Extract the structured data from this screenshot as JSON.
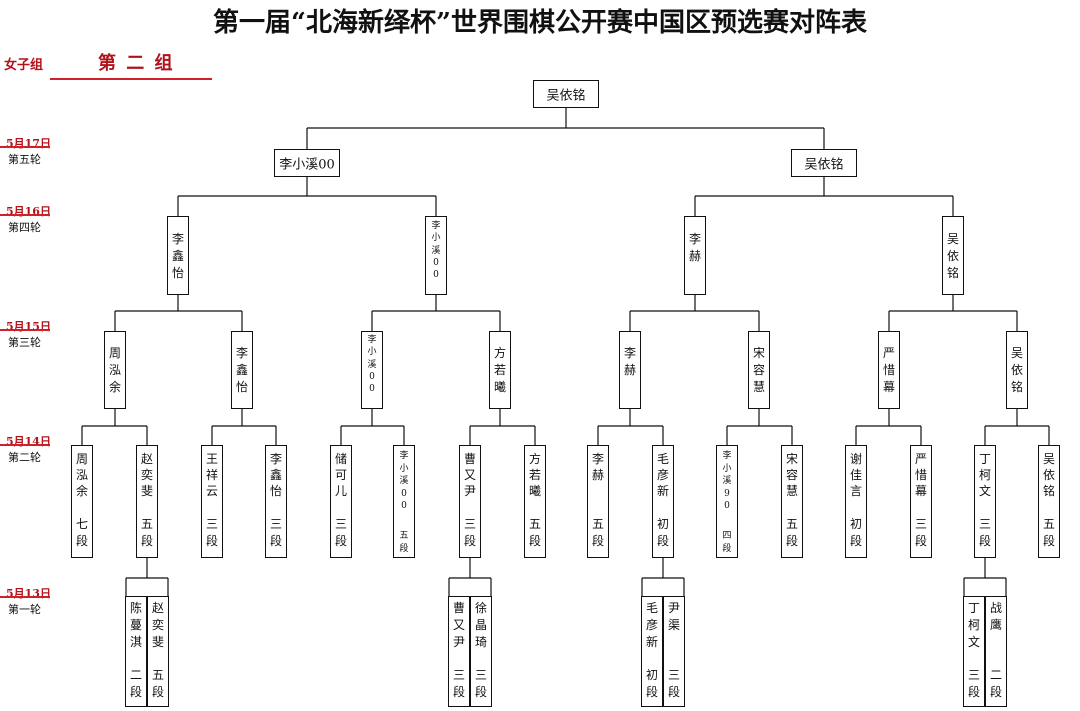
{
  "title": "第一届“北海新绎杯”世界围棋公开赛中国区预选赛对阵表",
  "group_label": "女子组",
  "group_name": "第 二 组",
  "rounds": [
    {
      "date": "5月17日",
      "round": "第五轮"
    },
    {
      "date": "5月16日",
      "round": "第四轮"
    },
    {
      "date": "5月15日",
      "round": "第三轮"
    },
    {
      "date": "5月14日",
      "round": "第二轮"
    },
    {
      "date": "5月13日",
      "round": "第一轮"
    }
  ],
  "champion": "吴依铭",
  "round5": [
    "李小溪00",
    "吴依铭"
  ],
  "round4": [
    "李鑫怡",
    "李小溪00",
    "李赫",
    "吴依铭"
  ],
  "round3": [
    "周泓余",
    "李鑫怡",
    "李小溪00",
    "方若曦",
    "李赫",
    "宋容慧",
    "严惜幕",
    "吴依铭"
  ],
  "round2": [
    {
      "name": "周泓余",
      "rank": "七段"
    },
    {
      "name": "赵奕斐",
      "rank": "五段"
    },
    {
      "name": "王祥云",
      "rank": "三段"
    },
    {
      "name": "李鑫怡",
      "rank": "三段"
    },
    {
      "name": "储可儿",
      "rank": "三段"
    },
    {
      "name": "李小溪00",
      "rank": "五段"
    },
    {
      "name": "曹又尹",
      "rank": "三段"
    },
    {
      "name": "方若曦",
      "rank": "五段"
    },
    {
      "name": "李赫",
      "rank": "五段"
    },
    {
      "name": "毛彦新",
      "rank": "初段"
    },
    {
      "name": "李小溪90",
      "rank": "四段"
    },
    {
      "name": "宋容慧",
      "rank": "五段"
    },
    {
      "name": "谢佳言",
      "rank": "初段"
    },
    {
      "name": "严惜幕",
      "rank": "三段"
    },
    {
      "name": "丁柯文",
      "rank": "三段"
    },
    {
      "name": "吴依铭",
      "rank": "五段"
    }
  ],
  "round1": [
    {
      "players": [
        {
          "name": "陈蔓淇",
          "rank": "二段"
        },
        {
          "name": "赵奕斐",
          "rank": "五段"
        }
      ]
    },
    {
      "players": [
        {
          "name": "曹又尹",
          "rank": "三段"
        },
        {
          "name": "徐晶琦",
          "rank": "三段"
        }
      ]
    },
    {
      "players": [
        {
          "name": "毛彦新",
          "rank": "初段"
        },
        {
          "name": "尹渠",
          "rank": "三段"
        }
      ]
    },
    {
      "players": [
        {
          "name": "丁柯文",
          "rank": "三段"
        },
        {
          "name": "战鹰",
          "rank": "二段"
        }
      ]
    }
  ]
}
